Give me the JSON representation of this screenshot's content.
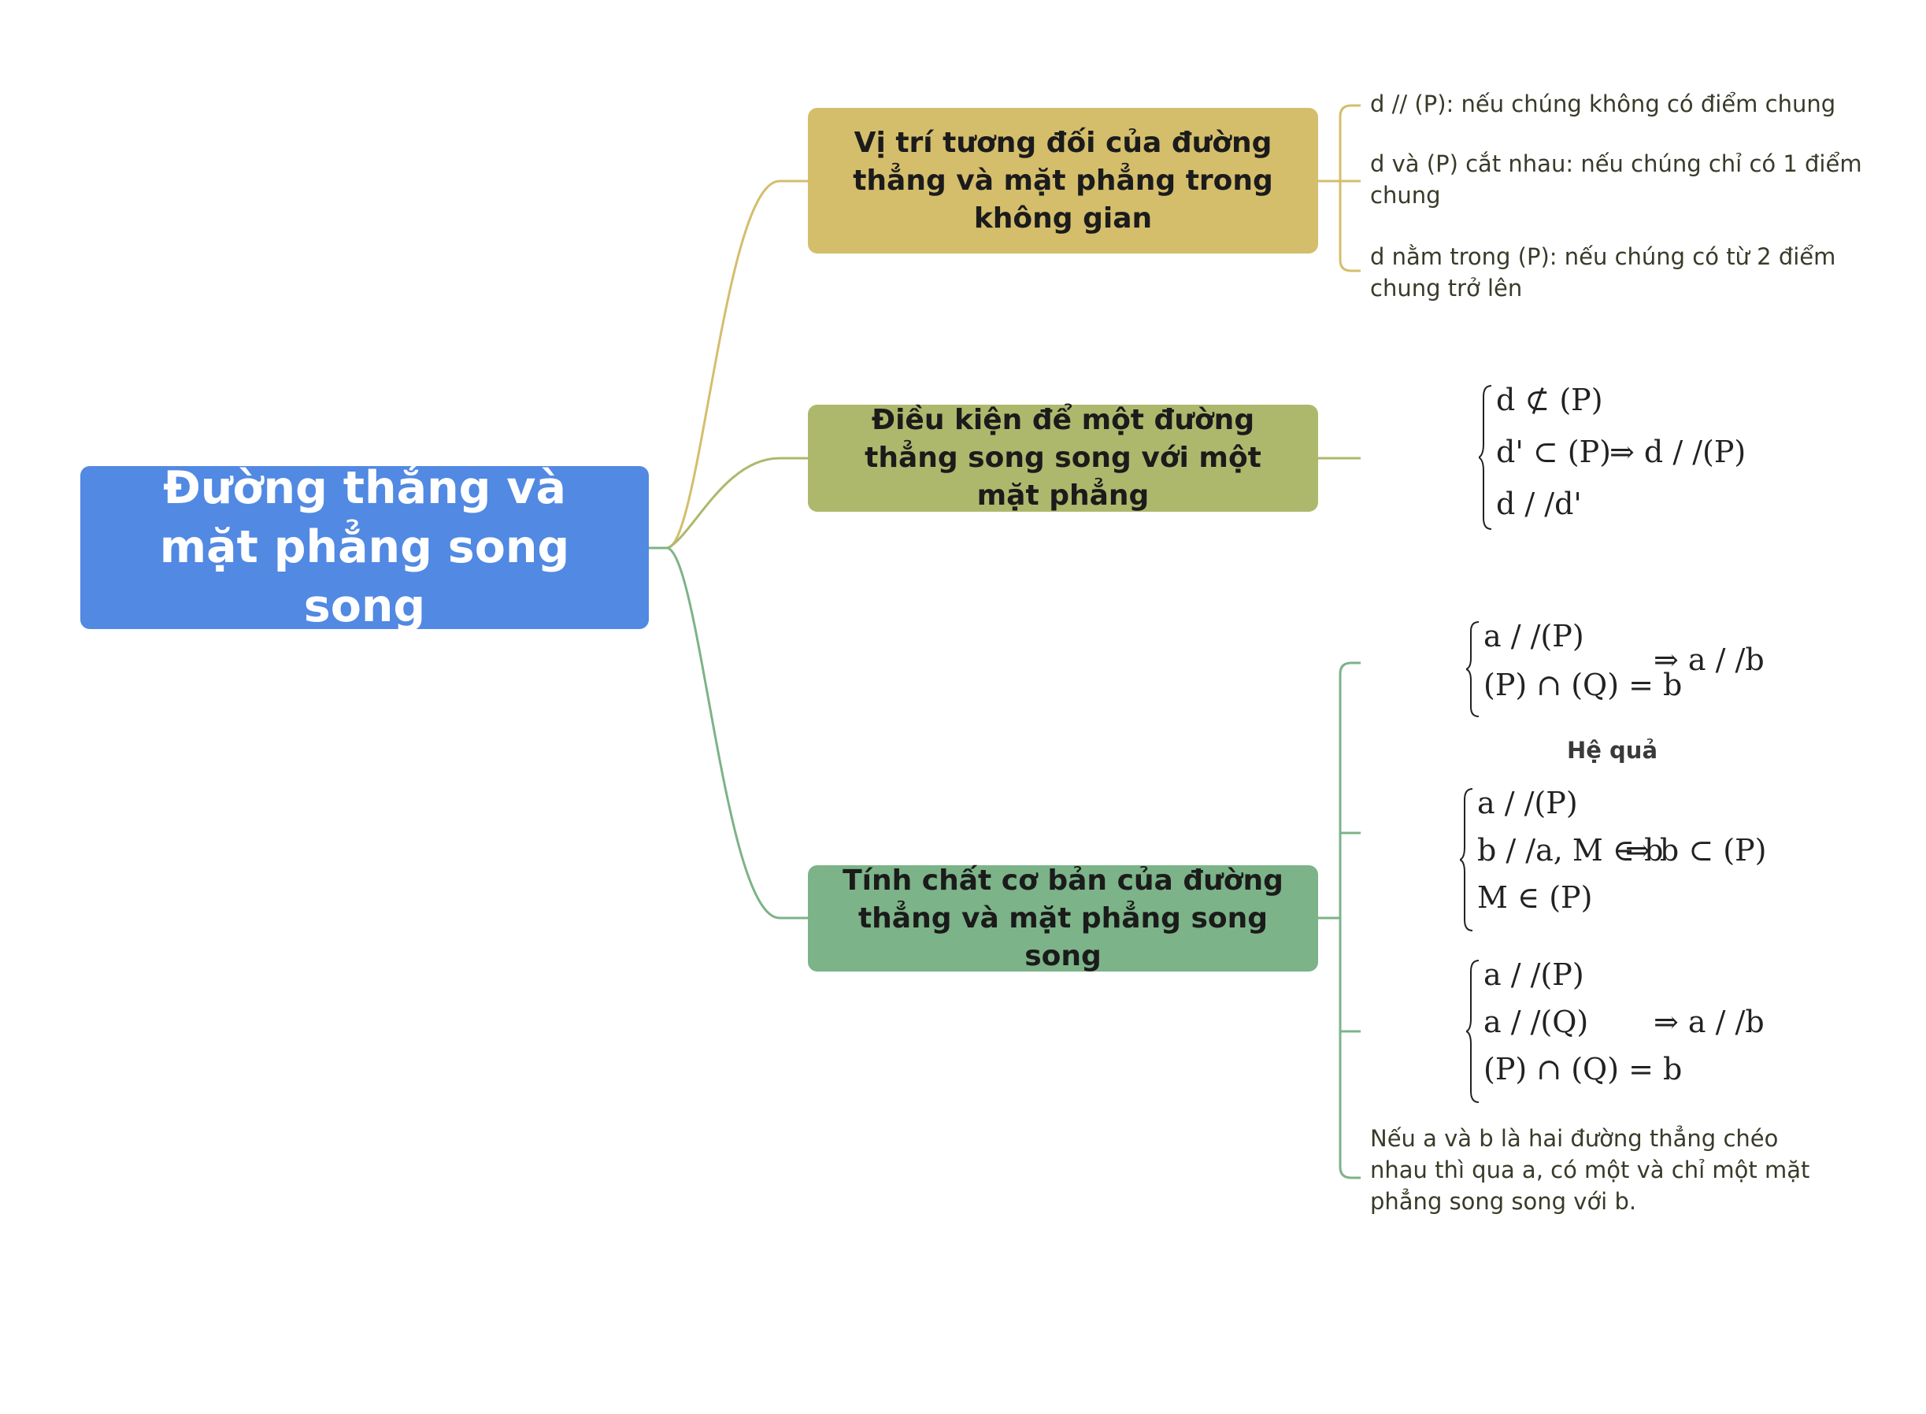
{
  "root": {
    "title": "Đường thẳng và mặt phẳng song song"
  },
  "colors": {
    "root": "#5189e3",
    "branch1": "#d4be6c",
    "branch2": "#aeb86d",
    "branch3": "#7cb388"
  },
  "branches": [
    {
      "title": "Vị trí tương đối của đường thẳng và mặt phẳng trong không gian",
      "items": [
        "d // (P): nếu chúng không có điểm chung",
        "d và (P) cắt nhau: nếu chúng chỉ có 1 điểm chung",
        "d nằm trong (P): nếu chúng có từ 2 điểm chung trở lên"
      ]
    },
    {
      "title": "Điều kiện để một đường thẳng song song với một mặt phẳng",
      "formula": {
        "lines": [
          "d ⊄ (P)",
          "d' ⊂ (P)",
          "d / /d'"
        ],
        "conclusion": "⇒ d / /(P)"
      }
    },
    {
      "title": "Tính chất cơ bản của đường thẳng và mặt phẳng song song",
      "formula1": {
        "lines": [
          "a / /(P)",
          "(P) ∩ (Q) = b"
        ],
        "conclusion": "⇒ a / /b"
      },
      "corollary_label": "Hệ quả",
      "formula2": {
        "lines": [
          "a / /(P)",
          "b / /a, M ∈ b",
          "M ∈ (P)"
        ],
        "conclusion": "⇒ b ⊂ (P)"
      },
      "formula3": {
        "lines": [
          "a / /(P)",
          "a / /(Q)",
          "(P) ∩ (Q) = b"
        ],
        "conclusion": "⇒ a / /b"
      },
      "note": "Nếu a và b là hai đường thẳng chéo nhau thì qua a, có một và chỉ một mặt phẳng song song với b."
    }
  ]
}
